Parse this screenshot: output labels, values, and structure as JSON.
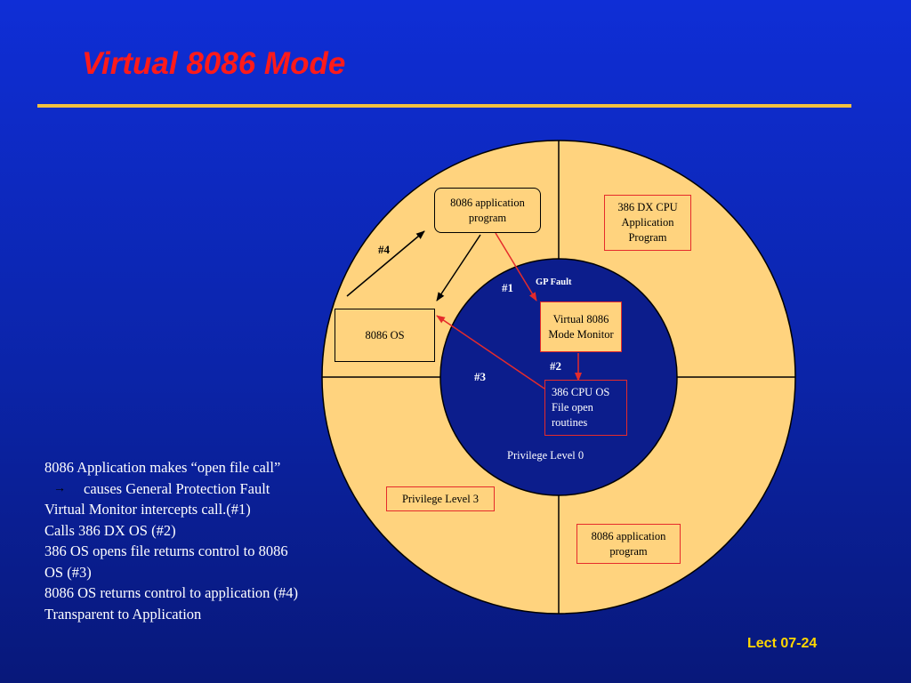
{
  "slide": {
    "title": "Virtual 8086 Mode",
    "footer": "Lect 07-24"
  },
  "colors": {
    "background": "#0b24a8",
    "ring": "#ffd37e",
    "inner_circle": "#0c1d8c",
    "title": "#ff1a1a",
    "rule": "#f2c040",
    "arrow_red": "#e52b2b",
    "footer": "#ffd700"
  },
  "diagram": {
    "boxes": {
      "app_top": {
        "line1": "8086 application",
        "line2": "program"
      },
      "cpu_app": {
        "line1": "386 DX CPU",
        "line2": "Application",
        "line3": "Program"
      },
      "os8086": {
        "text": "8086 OS"
      },
      "monitor": {
        "line1": "Virtual 8086",
        "line2": "Mode Monitor"
      },
      "cpu_os": {
        "line1": "386 CPU OS",
        "line2": "File open",
        "line3": "routines"
      },
      "priv3": {
        "text": "Privilege Level 3"
      },
      "app_bottom": {
        "line1": "8086 application",
        "line2": "program"
      }
    },
    "labels": {
      "step1": "#1",
      "step2": "#2",
      "step3": "#3",
      "step4": "#4",
      "gp_fault": "GP Fault",
      "priv0": "Privilege Level 0"
    }
  },
  "notes": {
    "line1": "8086 Application makes “open file call”",
    "line2_arrow": "→",
    "line2": "causes General Protection Fault",
    "line3": "Virtual Monitor intercepts call.(#1)",
    "line4": "Calls 386 DX OS (#2)",
    "line5": "386 OS opens file returns control to 8086",
    "line6": "OS (#3)",
    "line7": "8086 OS returns control to application (#4)",
    "line8": "Transparent to Application"
  }
}
